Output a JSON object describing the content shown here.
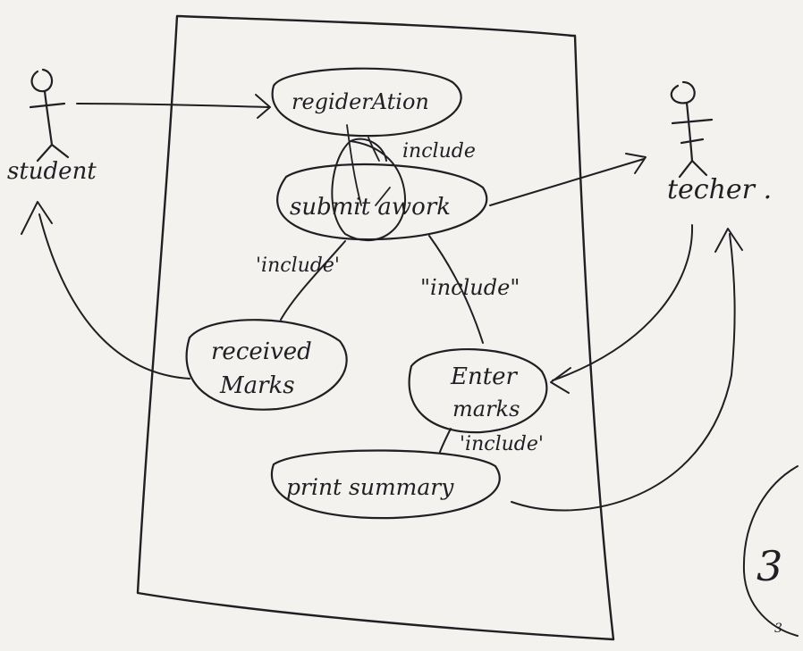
{
  "diagram": {
    "actors": {
      "student": "student",
      "teacher": "techer ."
    },
    "use_cases": {
      "registration": "regiderAtion",
      "submit_work": "submit awork",
      "received_marks_line1": "received",
      "received_marks_line2": "Marks",
      "enter_marks_line1": "Enter",
      "enter_marks_line2": "marks",
      "print_summary": "print summary"
    },
    "relations": {
      "include_top": "include",
      "include_left": "'include'",
      "include_right": "\"include\"",
      "include_bottom": "'include'"
    },
    "margin_mark": "3",
    "page_number": "3"
  }
}
